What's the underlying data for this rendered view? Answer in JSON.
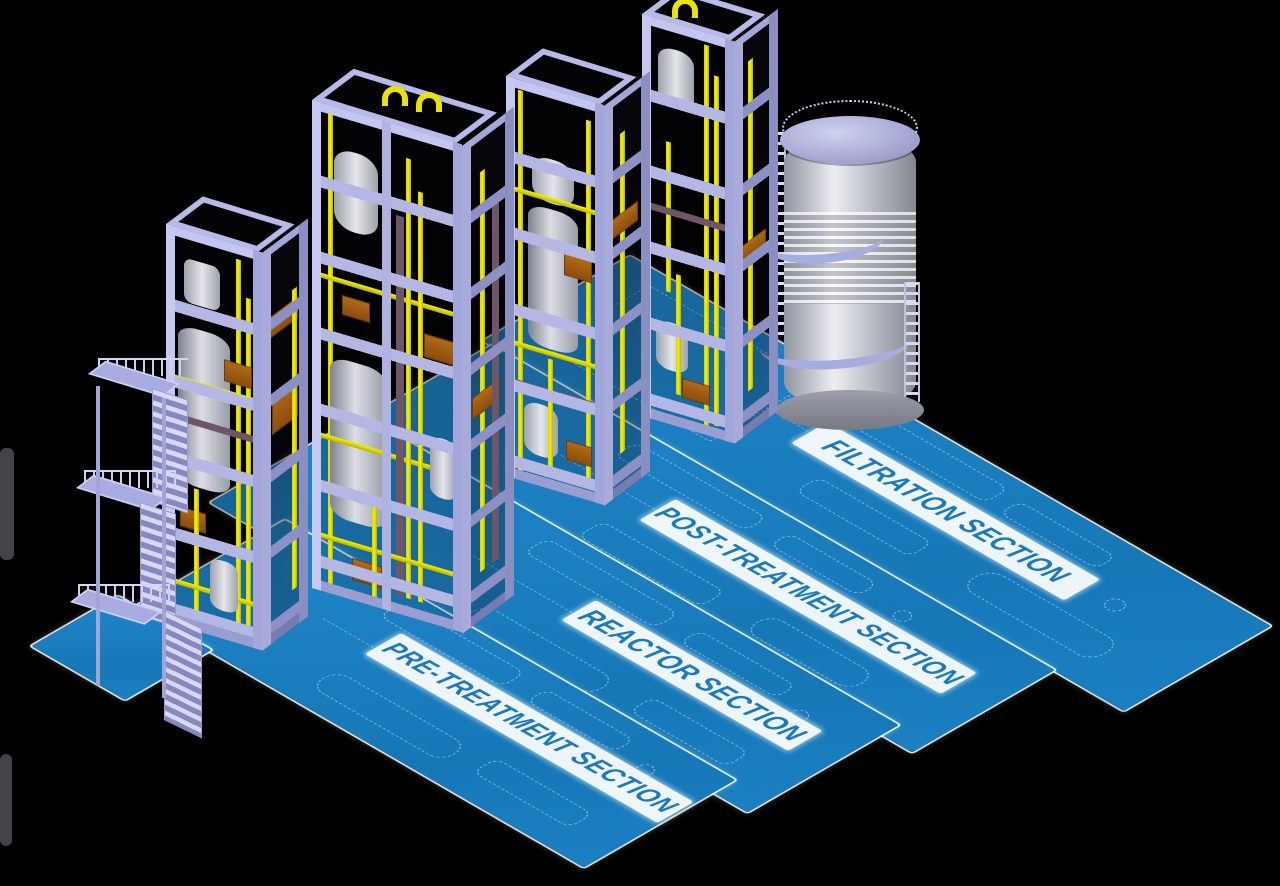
{
  "scene": {
    "type": "3d-plant-layout-model",
    "background_color": "#000000",
    "floor_color": "#1a80c2",
    "band_color": "#ffffff",
    "label_color": "#1b79bd",
    "structure_color": "#b7bae8",
    "piping_color": "#f2ee00",
    "vessel_color": "#c3c6ce",
    "equipment_accent_color": "#9e5d13"
  },
  "sections": [
    {
      "label": "PRE-TREATMENT SECTION"
    },
    {
      "label": "REACTOR SECTION"
    },
    {
      "label": "POST-TREATMENT SECTION"
    },
    {
      "label": "FILTRATION SECTION"
    }
  ]
}
